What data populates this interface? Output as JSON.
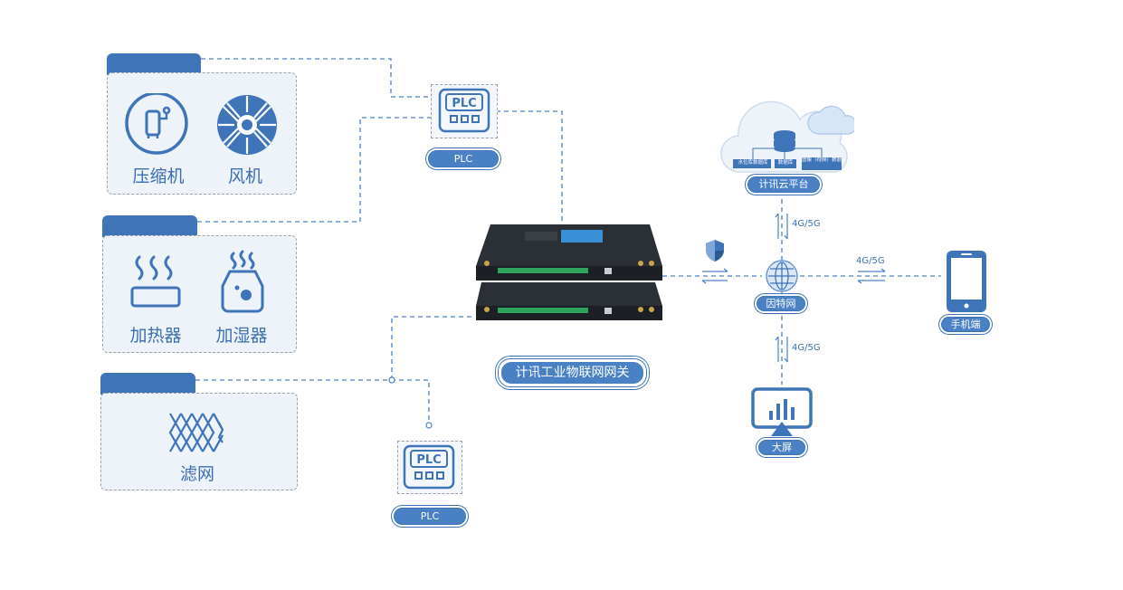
{
  "devices": {
    "compressor": "压缩机",
    "fan": "风机",
    "heater": "加热器",
    "humidifier": "加湿器",
    "filter": "滤网"
  },
  "plc": {
    "top_label": "PLC",
    "bottom_label": "PLC",
    "icon_text": "PLC"
  },
  "gateway": {
    "label": "计讯工业物联网网关"
  },
  "cloud": {
    "label": "计讯云平台",
    "sub_left": "水位库数据库",
    "sub_center": "数据库",
    "sub_right": "图像（视频）数据"
  },
  "internet": {
    "label": "因特网"
  },
  "phone": {
    "label": "手机端"
  },
  "screen": {
    "label": "大屏"
  },
  "links": {
    "cloud_link": "4G/5G",
    "phone_link": "4G/5G",
    "screen_link": "4G/5G"
  },
  "colors": {
    "brand_blue": "#3f74b9",
    "pill_blue": "#4a80c4",
    "box_bg": "#eef2f9",
    "dashed_line": "#4a80c4"
  }
}
